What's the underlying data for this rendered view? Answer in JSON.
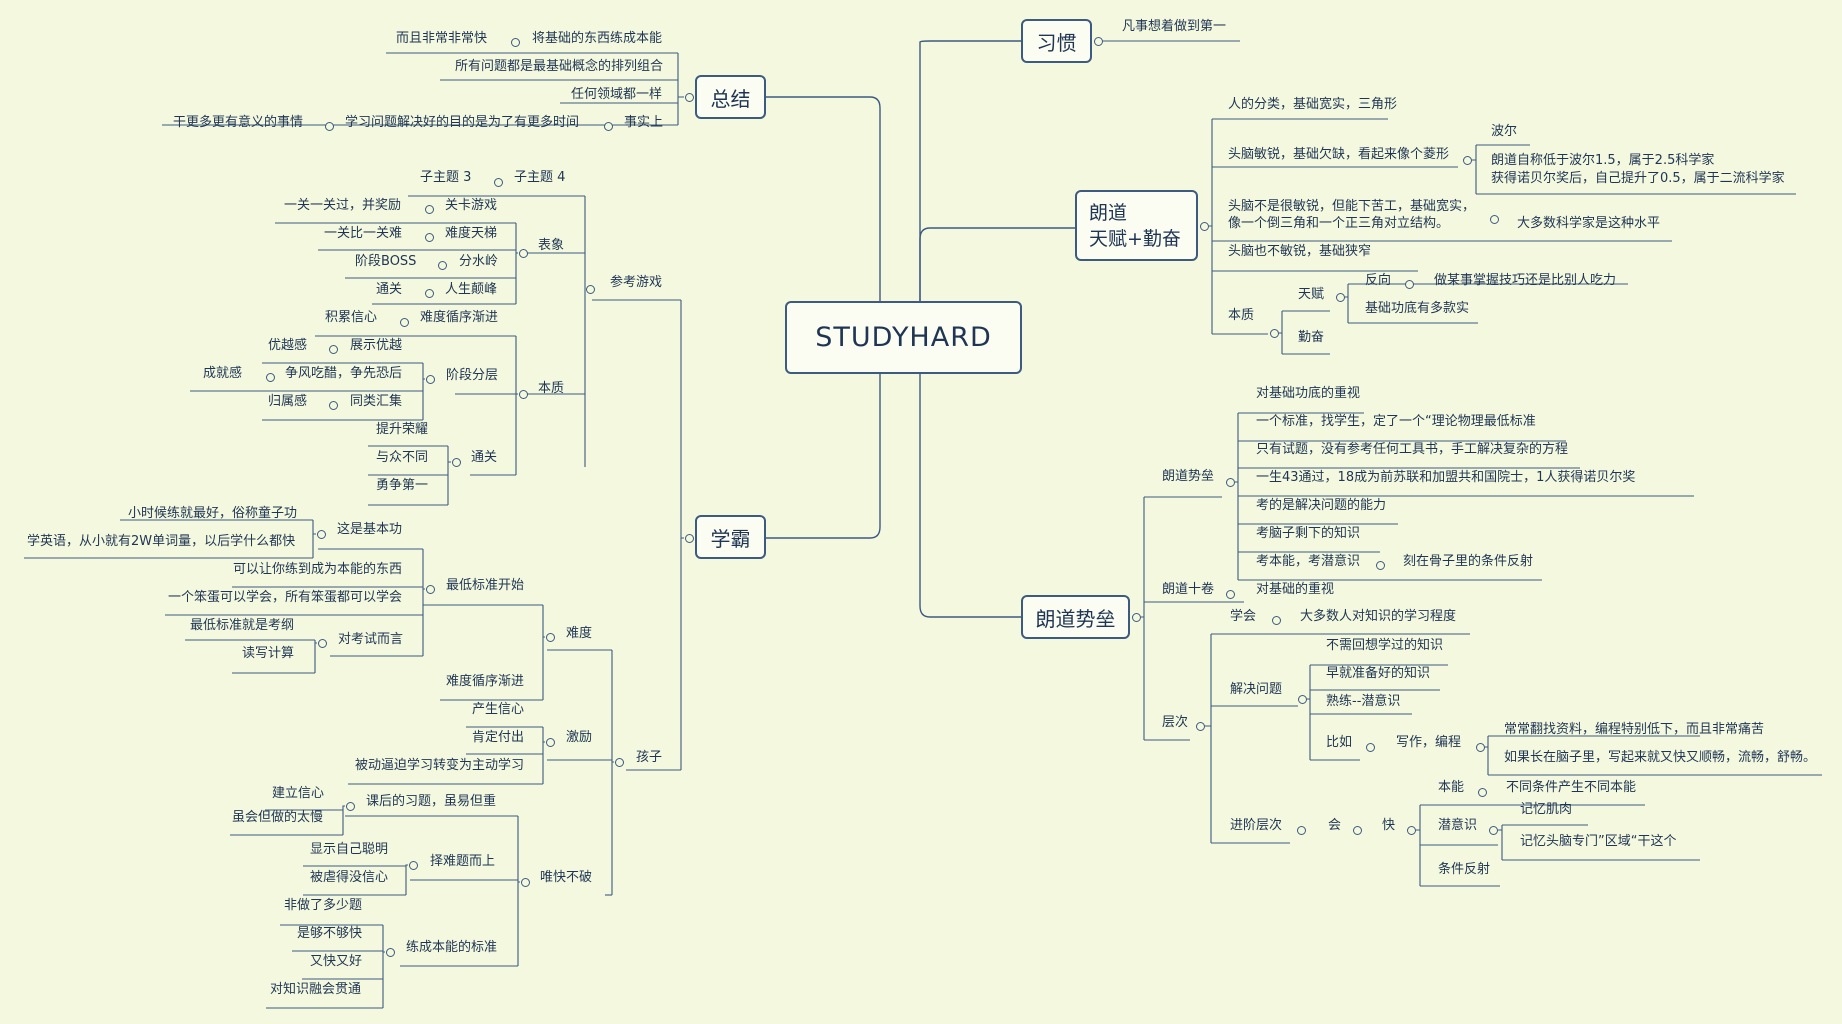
{
  "root": {
    "label": "STUDYHARD"
  },
  "branches": {
    "xiguan": {
      "label": "习惯",
      "c1": "凡事想着做到第一"
    },
    "zongjie": {
      "label": "总结",
      "c1": "将基础的东西练成本能",
      "c1a": "而且非常非常快",
      "c2": "所有问题都是最基础概念的排列组合",
      "c3": "任何领域都一样",
      "c4": "事实上",
      "c4a": "学习问题解决好的目的是为了有更多时间",
      "c4b": "干更多更有意义的事情"
    },
    "langdao": {
      "line1": "朗道",
      "line2": "天赋+勤奋",
      "c1": "人的分类，基础宽实，三角形",
      "c2": "头脑敏锐，基础欠缺，看起来像个菱形",
      "c2a": "波尔",
      "c2b": "朗道自称低于波尔1.5，属于2.5科学家",
      "c2c": "获得诺贝尔奖后，自己提升了0.5，属于二流科学家",
      "c3l1": "头脑不是很敏锐，但能下苦工，基础宽实，",
      "c3l2": "像一个倒三角和一个正三角对立结构。",
      "c3a": "大多数科学家是这种水平",
      "c4": "头脑也不敏锐，基础狭窄",
      "c5": "本质",
      "c5a": "天赋",
      "c5a1": "反向",
      "c5a1a": "做某事掌握技巧还是比别人吃力",
      "c5a2": "基础功底有多款实",
      "c5b": "勤奋"
    },
    "shiwei": {
      "label": "朗道势垒",
      "g1": "朗道势垒",
      "g1a": "对基础功底的重视",
      "g1b": "一个标准，找学生，定了一个“理论物理最低标准",
      "g1c": "只有试题，没有参考任何工具书，手工解决复杂的方程",
      "g1d": "一生43通过，18成为前苏联和加盟共和国院士，1人获得诺贝尔奖",
      "g1e": "考的是解决问题的能力",
      "g1f": "考脑子剩下的知识",
      "g1g": "考本能，考潜意识",
      "g1g1": "刻在骨子里的条件反射",
      "g2": "朗道十卷",
      "g2a": "对基础的重视",
      "g3": "层次",
      "g3a": "学会",
      "g3a1": "大多数人对知识的学习程度",
      "g3b": "解决问题",
      "g3b1": "不需回想学过的知识",
      "g3b2": "早就准备好的知识",
      "g3b3": "熟练--潜意识",
      "g3b4": "比如",
      "g3b4a": "写作，编程",
      "g3b4a1": "常常翻找资料，编程特别低下，而且非常痛苦",
      "g3b4a2": "如果长在脑子里，写起来就又快又顺畅，流畅，舒畅。",
      "g3c": "进阶层次",
      "g3c1": "会",
      "g3c2": "快",
      "g3c2a": "本能",
      "g3c2a1": "不同条件产生不同本能",
      "g3c2b": "潜意识",
      "g3c2b1": "记忆肌肉",
      "g3c2b2": "记忆头脑专门”区域“干这个",
      "g3c2c": "条件反射"
    },
    "xueba": {
      "label": "学霸",
      "ck": "参考游戏",
      "ck1": "子主题 4",
      "ck1a": "子主题 3",
      "ck2": "表象",
      "ck2a": "关卡游戏",
      "ck2a1": "一关一关过，并奖励",
      "ck2b": "难度天梯",
      "ck2b1": "一关比一关难",
      "ck2c": "分水岭",
      "ck2c1": "阶段BOSS",
      "ck2d": "人生颠峰",
      "ck2d1": "通关",
      "ck3": "本质",
      "ck3a": "难度循序渐进",
      "ck3a1": "积累信心",
      "ck3b": "阶段分层",
      "ck3b1": "展示优越",
      "ck3b1a": "优越感",
      "ck3b2": "争风吃醋，争先恐后",
      "ck3b2a": "成就感",
      "ck3b3": "同类汇集",
      "ck3b3a": "归属感",
      "ck3c": "通关",
      "ck3c1": "提升荣耀",
      "ck3c2": "与众不同",
      "ck3c3": "勇争第一",
      "hz": "孩子",
      "hz1": "难度",
      "hz1a": "这是基本功",
      "hz1a1": "小时候练就最好，俗称童子功",
      "hz1a2": "学英语，从小就有2W单词量，以后学什么都快",
      "hz1b": "最低标准开始",
      "hz1b1": "可以让你练到成为本能的东西",
      "hz1b2": "一个笨蛋可以学会，所有笨蛋都可以学会",
      "hz1c": "对考试而言",
      "hz1c1": "最低标准就是考纲",
      "hz1c2": "读写计算",
      "hz1d": "难度循序渐进",
      "hz2": "激励",
      "hz2a": "产生信心",
      "hz2b": "肯定付出",
      "hz2c": "被动逼迫学习转变为主动学习",
      "hz3": "唯快不破",
      "hz3a": "课后的习题，虽易但重",
      "hz3a1": "建立信心",
      "hz3a2": "虽会但做的太慢",
      "hz3b": "择难题而上",
      "hz3b1": "显示自己聪明",
      "hz3b2": "被虐得没信心",
      "hz3c": "练成本能的标准",
      "hz3c1": "非做了多少题",
      "hz3c2": "是够不够快",
      "hz3c3": "又快又好",
      "hz3c4": "对知识融会贯通"
    }
  }
}
